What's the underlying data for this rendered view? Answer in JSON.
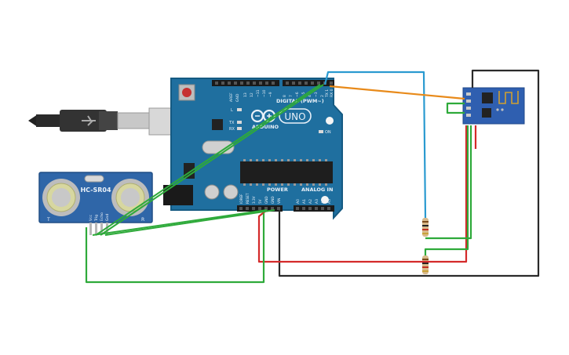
{
  "board": {
    "name": "UNO",
    "brand": "ARDUINO",
    "digital_label": "DIGITAL (PWM~)",
    "power_label": "POWER",
    "analog_label": "ANALOG IN",
    "on_label": "ON",
    "l_label": "L",
    "tx_label": "TX",
    "rx_label": "RX",
    "aref_label": "AREF",
    "gnd_label": "GND",
    "digital_pins": [
      "13",
      "12",
      "~11",
      "~10",
      "~9",
      "8",
      "7",
      "~6",
      "~5",
      "4",
      "~3",
      "2",
      "TX 1",
      "RX 0"
    ],
    "power_pins": [
      "IOREF",
      "RESET",
      "3.3V",
      "5V",
      "GND",
      "GND",
      "VIN"
    ],
    "analog_pins": [
      "A0",
      "A1",
      "A2",
      "A3",
      "A4",
      "A5"
    ]
  },
  "sensor": {
    "name": "HC-SR04",
    "pins": [
      "Vcc",
      "Trig",
      "Echo",
      "Gnd"
    ],
    "left_mark": "T",
    "right_mark": "R"
  },
  "colors": {
    "board": "#1f6f9f",
    "board_edge": "#155a82",
    "sensor": "#2f66a8",
    "esp": "#2f5fb0",
    "wire_green": "#2eaa3a",
    "wire_blue": "#2a9ad0",
    "wire_orange": "#e88a1a",
    "wire_red": "#d42a2a",
    "wire_black": "#2a2a2a"
  }
}
